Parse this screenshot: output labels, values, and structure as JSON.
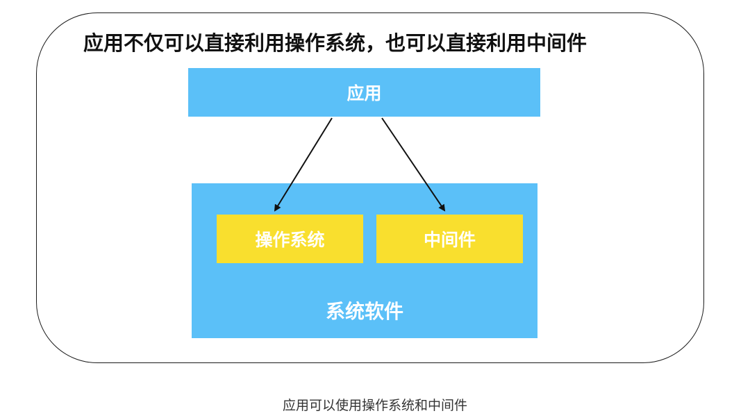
{
  "headline": "应用不仅可以直接利用操作系统，也可以直接利用中间件",
  "boxes": {
    "application": "应用",
    "operating_system": "操作系统",
    "middleware": "中间件",
    "system_software": "系统软件"
  },
  "caption": "应用可以使用操作系统和中间件",
  "colors": {
    "blue": "#5bc0f8",
    "yellow": "#f9df2e"
  }
}
